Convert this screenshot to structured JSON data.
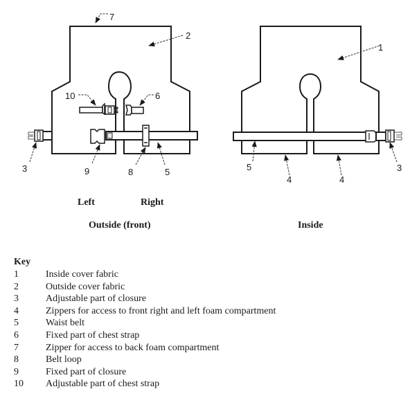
{
  "figure": {
    "views": [
      {
        "id": "outside-front",
        "caption": "Outside (front)",
        "side_labels": {
          "left": "Left",
          "right": "Right"
        },
        "callouts": [
          "7",
          "2",
          "10",
          "6",
          "3",
          "9",
          "8",
          "5"
        ]
      },
      {
        "id": "inside",
        "caption": "Inside",
        "callouts": [
          "1",
          "5",
          "4",
          "4",
          "3"
        ]
      }
    ]
  },
  "key": {
    "title": "Key",
    "items": [
      {
        "num": "1",
        "label": "Inside cover fabric"
      },
      {
        "num": "2",
        "label": "Outside cover fabric"
      },
      {
        "num": "3",
        "label": "Adjustable part of closure"
      },
      {
        "num": "4",
        "label": "Zippers for access to front right and left foam compartment"
      },
      {
        "num": "5",
        "label": "Waist belt"
      },
      {
        "num": "6",
        "label": "Fixed part of chest strap"
      },
      {
        "num": "7",
        "label": "Zipper for access to back foam compartment"
      },
      {
        "num": "8",
        "label": "Belt loop"
      },
      {
        "num": "9",
        "label": "Fixed part of closure"
      },
      {
        "num": "10",
        "label": "Adjustable part of chest strap"
      }
    ]
  }
}
